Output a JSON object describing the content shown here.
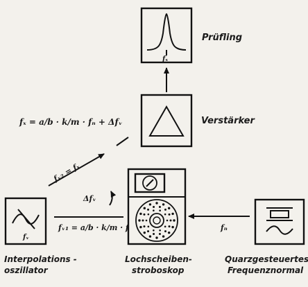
{
  "colors": {
    "ink": "#111111",
    "paper": "#f3f1ec"
  },
  "blocks": {
    "pruefling": {
      "label": "Prüfling",
      "inner_label": "fₓ",
      "icon": "resonance-curve-icon"
    },
    "verstaerker": {
      "label": "Verstärker",
      "icon": "amplifier-triangle-icon"
    },
    "oszillator": {
      "label_line1": "Interpolations -",
      "label_line2": "oszillator",
      "inner_label": "fᵥ",
      "icon": "oscillator-tilde-icon"
    },
    "stroboskop": {
      "label_line1": "Lochscheiben-",
      "label_line2": "stroboskop",
      "icon": "stroboscope-disc-icon"
    },
    "normal": {
      "label_line1": "Quarzgesteuertes",
      "label_line2": "Frequenznormal",
      "icon": "quartz-normal-icon"
    }
  },
  "formulas": {
    "fx": "fₓ = a/b · k/m · fₙ + Δfᵥ",
    "fv2": "fᵥ₂ = fₓ",
    "dfv": "Δfᵥ",
    "fv1": "fᵥ₁ = a/b · k/m · fₙ",
    "fn": "fₙ"
  }
}
